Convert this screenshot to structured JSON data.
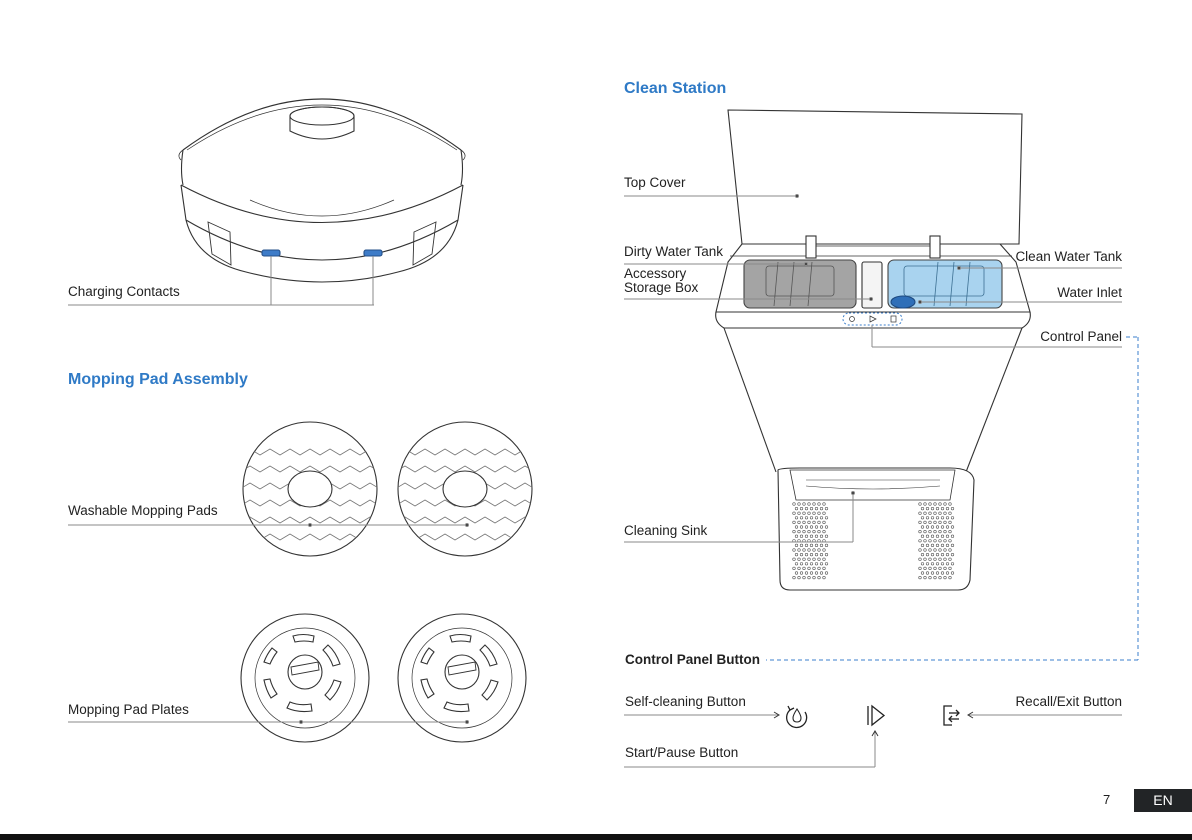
{
  "left": {
    "charging_contacts": "Charging Contacts",
    "mopping_pad_assembly": "Mopping Pad Assembly",
    "washable_mopping_pads": "Washable Mopping Pads",
    "mopping_pad_plates": "Mopping Pad Plates"
  },
  "right": {
    "clean_station": "Clean Station",
    "top_cover": "Top Cover",
    "dirty_water_tank": "Dirty Water Tank",
    "accessory_storage_box_line1": "Accessory",
    "accessory_storage_box_line2": "Storage Box",
    "clean_water_tank": "Clean Water Tank",
    "water_inlet": "Water Inlet",
    "control_panel": "Control Panel",
    "cleaning_sink": "Cleaning Sink",
    "control_panel_button": "Control Panel Button",
    "self_cleaning_button": "Self-cleaning Button",
    "recall_exit_button": "Recall/Exit Button",
    "start_pause_button": "Start/Pause Button"
  },
  "footer": {
    "page_number": "7",
    "language": "EN"
  },
  "colors": {
    "heading_blue": "#2f7ac6",
    "tank_blue": "#a9d3ef",
    "inlet_blue": "#2f6fb8",
    "tank_gray": "#a4a4a4",
    "leader_line": "#8a8a8a",
    "dashed_blue": "#3b7fcc"
  },
  "icons": [
    "self-cleaning-icon",
    "start-pause-icon",
    "recall-exit-icon"
  ]
}
